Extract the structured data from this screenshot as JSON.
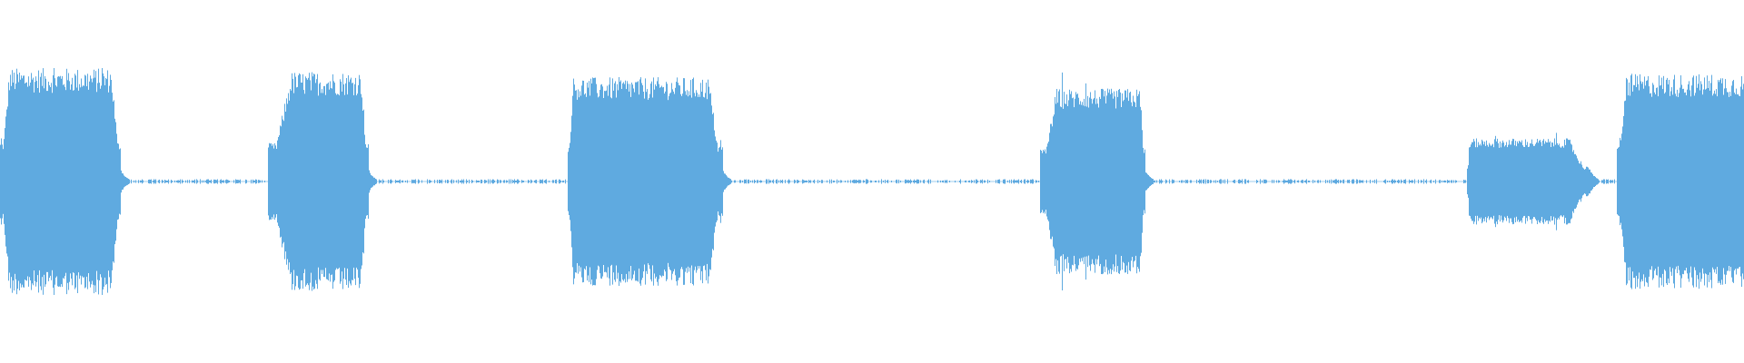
{
  "waveform": {
    "color": "#5faae0",
    "background": "#ffffff",
    "duration_s": 38.4,
    "bursts": [
      {
        "start_s": 0.0,
        "end_s": 2.65,
        "peak": 0.9,
        "loudness": 1.0,
        "onset_s": 0.2,
        "release_s": 0.2
      },
      {
        "start_s": 5.9,
        "end_s": 8.1,
        "peak": 0.95,
        "loudness": 0.97,
        "onset_s": 0.5,
        "release_s": 0.15
      },
      {
        "start_s": 12.5,
        "end_s": 15.9,
        "peak": 0.95,
        "loudness": 0.92,
        "onset_s": 0.1,
        "release_s": 0.3
      },
      {
        "start_s": 22.9,
        "end_s": 25.2,
        "peak": 0.87,
        "loudness": 0.82,
        "onset_s": 0.35,
        "release_s": 0.1
      },
      {
        "start_s": 32.3,
        "end_s": 35.0,
        "peak": 0.47,
        "loudness": 0.38,
        "onset_s": 0.05,
        "release_s": 0.45
      },
      {
        "start_s": 35.6,
        "end_s": 38.4,
        "peak": 1.0,
        "loudness": 0.95,
        "onset_s": 0.2,
        "release_s": 0.0
      }
    ],
    "noise_floor": 0.015
  }
}
